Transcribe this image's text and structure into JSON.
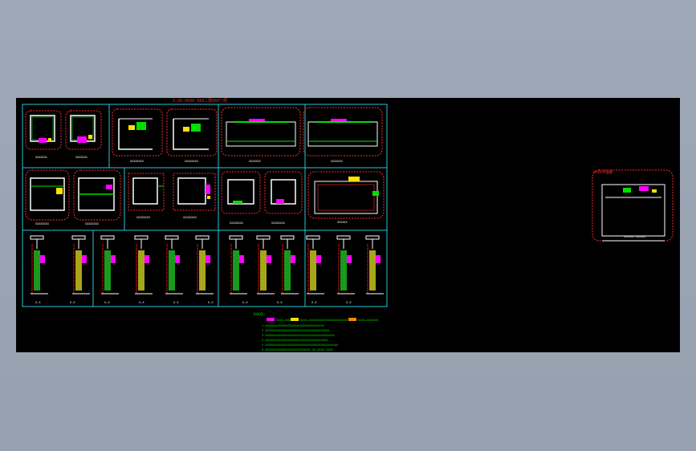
{
  "drawing": {
    "sheet_title": "S-XX-XXXX  XXX二层XXX一层",
    "right_title": "XXXX平面图",
    "right_caption": "XXXXXX-XXXXXX",
    "legend": {
      "title": "XXXXX:",
      "item1": "XXXX—XXXX",
      "item2": "XXXX—XXXXXXXXXXXXXXXXXXXXXXX",
      "item3": "XXXX—XXXXXXX"
    },
    "notes": [
      "1.XXXXXXXXXXXXXXXXXXXXXXXXXXXXXXXXXX",
      "2.XXXXXXXXXXXXXXXXXXXXXXXXXXXXXXXXXXXXX",
      "3.XXXXXXXXXXXXXXXXXXXXXXXXXXXXXXXXXXXXXXXX",
      "4.XXXXXXXXXXXXXXXXXXXXXXXXXXXXXXXXXXXX",
      "5.XXXXXXXXXXXXXXXXXXXXXXXXXXXXXXXXXXXXXXXXXX",
      "6.XXXXXXXXXXXXXXXXXXXXXXXXXX-XX-XXXX-XXXX"
    ],
    "row1_labels": [
      "XXXXXXX",
      "XXXXXXX",
      "XXXXXXXX",
      "XXXXXXXX",
      "XXXXXXX",
      "XXXXXXX"
    ],
    "row2_labels": [
      "XXXXXXXX",
      "XXXXXXXX",
      "XXXXXXXX",
      "XXXXXXXX",
      "XXXXXXXX",
      "XXXXXXXX",
      "XXXXXX"
    ],
    "row3_labels": [
      "X-X",
      "X-X",
      "X-X",
      "X-X",
      "X-X",
      "X-X",
      "X-X",
      "X-X",
      "X-X",
      "X-X"
    ]
  },
  "colors": {
    "border": "#26c6d8",
    "cloud": "#ff2a2a",
    "wall": "#ffffff",
    "accent_green": "#00e000",
    "accent_yellow": "#ffe000",
    "accent_magenta": "#ff00ff",
    "title_red": "#ff3030"
  }
}
